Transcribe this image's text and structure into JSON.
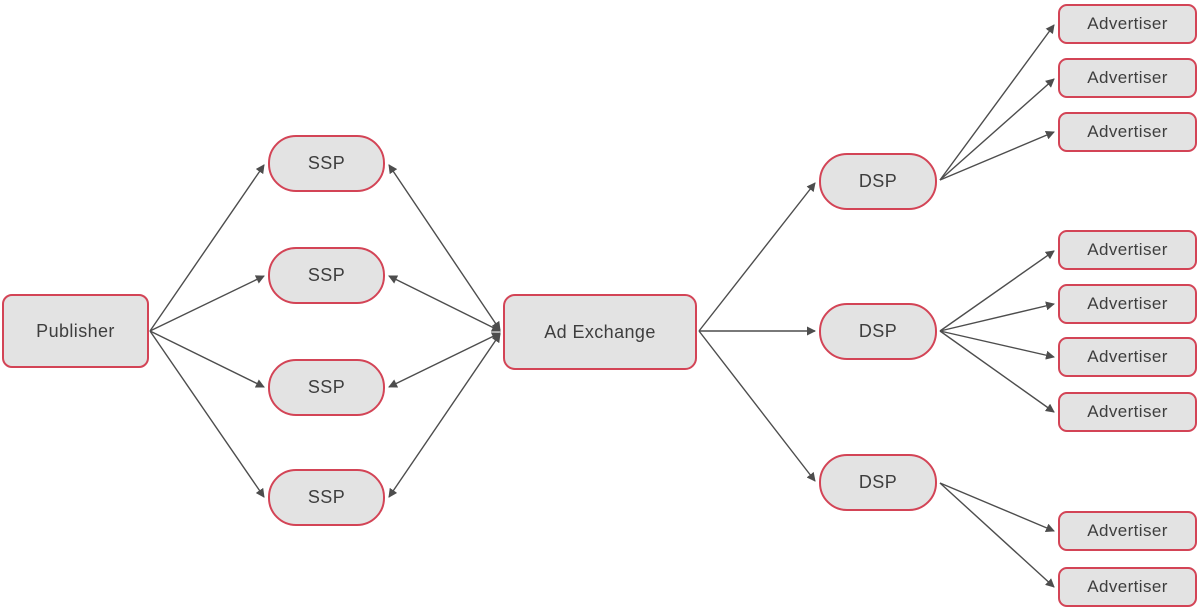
{
  "diagram": {
    "type": "flow-diagram",
    "description": "Programmatic advertising ecosystem flow: Publisher to SSPs to Ad Exchange to DSPs to Advertisers",
    "nodes": {
      "publisher": {
        "label": "Publisher"
      },
      "ssps": [
        {
          "label": "SSP"
        },
        {
          "label": "SSP"
        },
        {
          "label": "SSP"
        },
        {
          "label": "SSP"
        }
      ],
      "ad_exchange": {
        "label": "Ad Exchange"
      },
      "dsps": [
        {
          "label": "DSP"
        },
        {
          "label": "DSP"
        },
        {
          "label": "DSP"
        }
      ],
      "advertisers": [
        {
          "label": "Advertiser"
        },
        {
          "label": "Advertiser"
        },
        {
          "label": "Advertiser"
        },
        {
          "label": "Advertiser"
        },
        {
          "label": "Advertiser"
        },
        {
          "label": "Advertiser"
        },
        {
          "label": "Advertiser"
        },
        {
          "label": "Advertiser"
        },
        {
          "label": "Advertiser"
        }
      ]
    },
    "edges": {
      "publisher_to_ssps": "single arrowhead at SSP",
      "ssps_to_ad_exchange": "double-headed arrows",
      "ad_exchange_to_dsps": "single arrowhead at DSP",
      "dsp_to_advertisers": [
        3,
        4,
        2
      ]
    },
    "colors": {
      "node_fill": "#e3e3e3",
      "node_border": "#d34456",
      "edge": "#4d4d4d",
      "text": "#3e3e3e",
      "background": "#ffffff"
    }
  }
}
